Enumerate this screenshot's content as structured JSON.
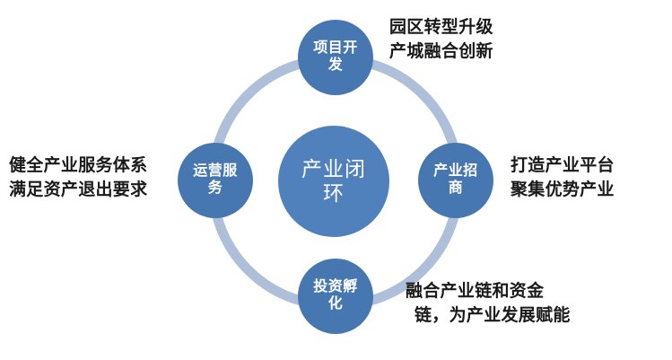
{
  "diagram": {
    "title": "产业闭环",
    "type": "cycle-diagram",
    "colors": {
      "ring": "#aebfd9",
      "node_fill": "#4677b0",
      "center_fill": "#5081bd",
      "node_text": "#ffffff",
      "caption_text": "#1a1a1a",
      "background": "#ffffff"
    },
    "center_node": {
      "label": "产业闭环"
    },
    "nodes": [
      {
        "id": "top",
        "label": "项目开发",
        "position": "top"
      },
      {
        "id": "right",
        "label": "产业招商",
        "position": "right"
      },
      {
        "id": "bottom",
        "label": "投资孵化",
        "position": "bottom"
      },
      {
        "id": "left",
        "label": "运营服务",
        "position": "left"
      }
    ],
    "captions": [
      {
        "id": "top-right",
        "for_node": "top",
        "line1": "园区转型升级",
        "line2": "产城融合创新"
      },
      {
        "id": "right",
        "for_node": "right",
        "line1": "打造产业平台",
        "line2": "聚集优势产业"
      },
      {
        "id": "bottom-right",
        "for_node": "bottom",
        "line1": "融合产业链和资金",
        "line2": "链，为产业发展赋能"
      },
      {
        "id": "left",
        "for_node": "left",
        "line1": "健全产业服务体系",
        "line2": "满足资产退出要求"
      }
    ]
  }
}
